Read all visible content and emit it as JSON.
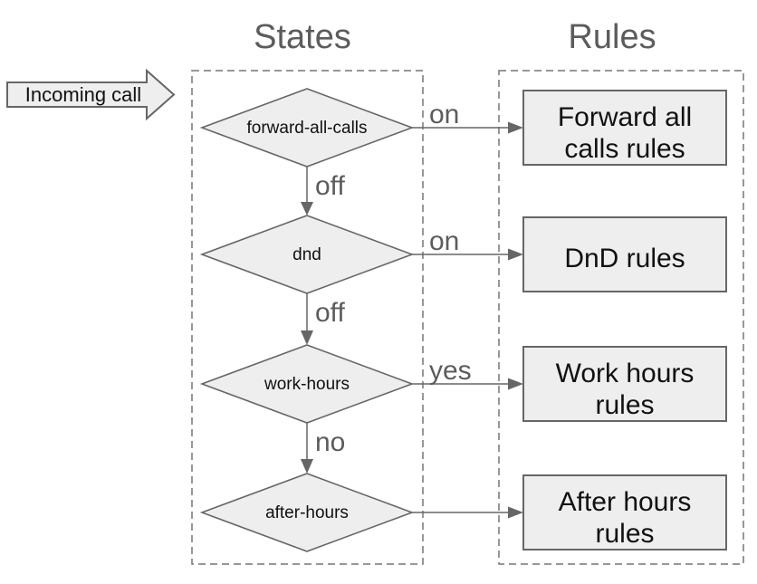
{
  "titles": {
    "states": "States",
    "rules": "Rules"
  },
  "incoming_arrow": {
    "label": "Incoming call"
  },
  "colors": {
    "shape_fill": "#eeeeee",
    "shape_stroke": "#666666",
    "dashed_border": "#757575",
    "gray_text": "#5c5c5c",
    "black_text": "#111111"
  },
  "rows": [
    {
      "state": "forward-all-calls",
      "branch_label": "on",
      "down_label": "off",
      "rule_lines": [
        "Forward all",
        "calls rules"
      ]
    },
    {
      "state": "dnd",
      "branch_label": "on",
      "down_label": "off",
      "rule_lines": [
        "DnD rules"
      ]
    },
    {
      "state": "work-hours",
      "branch_label": "yes",
      "down_label": "no",
      "rule_lines": [
        "Work hours",
        "rules"
      ]
    },
    {
      "state": "after-hours",
      "branch_label": "",
      "down_label": "",
      "rule_lines": [
        "After hours",
        "rules"
      ]
    }
  ]
}
